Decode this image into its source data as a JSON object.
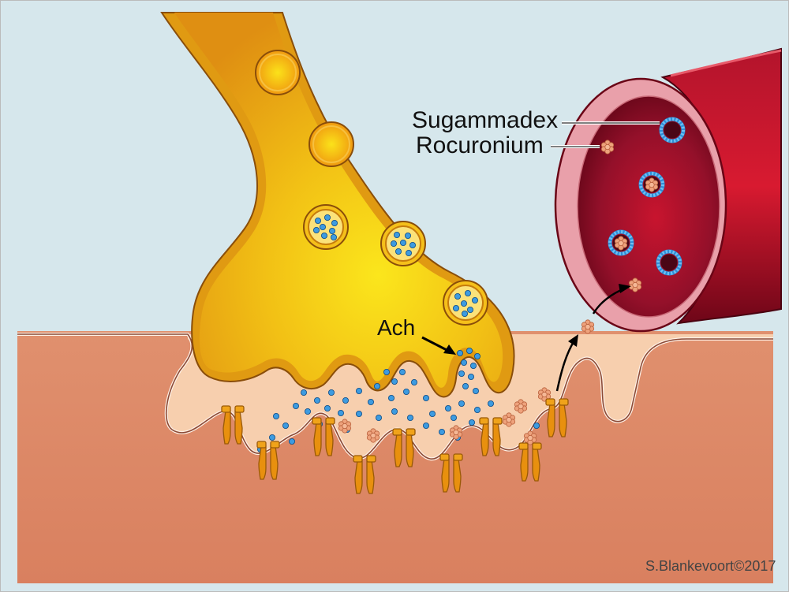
{
  "labels": {
    "sugammadex": "Sugammadex",
    "rocuronium": "Rocuronium",
    "ach": "Ach",
    "credit": "S.Blankevoort©2017"
  },
  "colors": {
    "background": "#d6e7ec",
    "muscle": "#de8a6a",
    "cleft_fill": "#f7cfae",
    "membrane_edge": "#fbeae0",
    "nerve_terminal": "#e9a614",
    "nerve_highlight": "#fbe21a",
    "vessel_wall": "#e9a0aa",
    "vessel_lumen": "#a5102a",
    "vessel_dark": "#6a0516",
    "ach_molecule": "#3d9be0",
    "rocuronium_molecule": "#e8a07a",
    "receptor": "#e8900e"
  },
  "icons": {
    "ach": "blue-dot-icon",
    "rocuronium": "rocuronium-cluster-icon",
    "sugammadex_complex": "sugammadex-ring-icon",
    "receptor": "nicotinic-receptor-icon",
    "vesicle": "synaptic-vesicle-icon"
  }
}
